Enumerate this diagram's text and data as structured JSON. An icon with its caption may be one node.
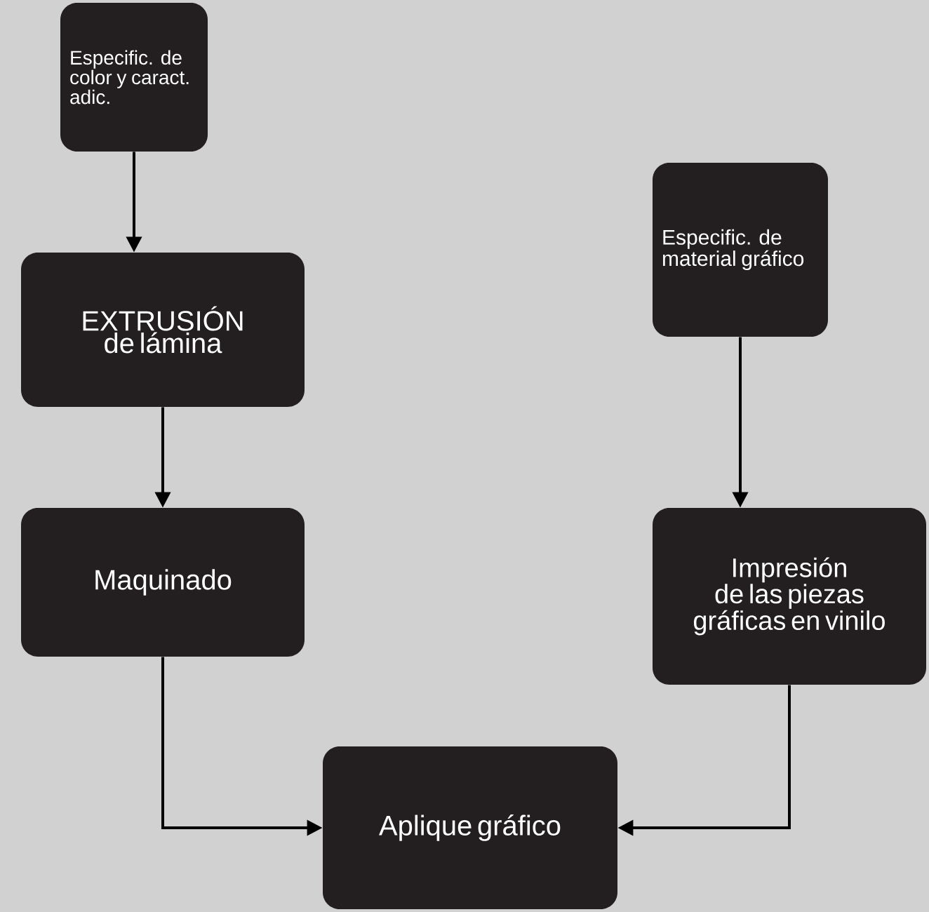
{
  "diagram": {
    "nodes": [
      {
        "text": [
          "Especific. de color y caract. adic."
        ]
      },
      {
        "text": [
          "EXTRUSIÓN de lámina"
        ]
      },
      {
        "text": [
          "Maquinado"
        ]
      },
      {
        "text": [
          "Especific. de material gráfico"
        ]
      },
      {
        "text": [
          "Impresión de las piezas gráficas en vinilo"
        ]
      },
      {
        "text": [
          "Aplique gráfico"
        ]
      }
    ],
    "edges": [
      {
        "from": 0,
        "to": 1,
        "arrow": "to"
      },
      {
        "from": 1,
        "to": 2,
        "arrow": "to"
      },
      {
        "from": 3,
        "to": 4,
        "arrow": "to"
      },
      {
        "from": 2,
        "to": 5,
        "arrow": "to"
      },
      {
        "from": 4,
        "to": 5,
        "arrow": "to"
      }
    ]
  }
}
